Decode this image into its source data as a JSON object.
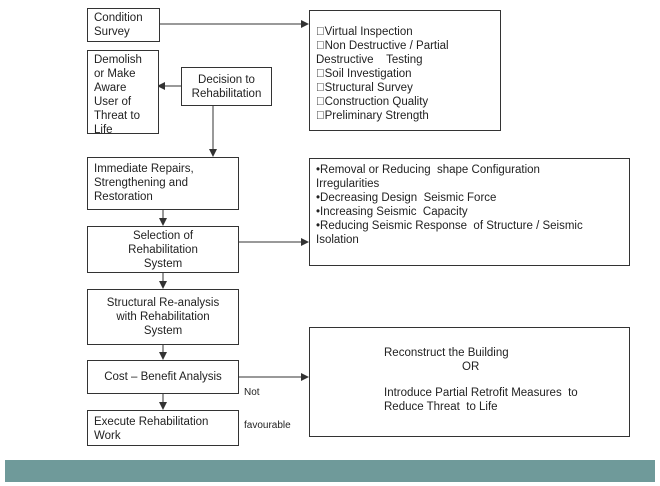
{
  "nodes": {
    "condition_survey": [
      "Condition",
      "Survey"
    ],
    "inspection_list": [
      "Virtual Inspection",
      "Non Destructive / Partial",
      "Destructive    Testing",
      "Soil Investigation",
      "Structural Survey",
      "Construction Quality",
      "Preliminary Strength"
    ],
    "demolish": [
      "Demolish",
      "or Make",
      "Aware",
      "User of",
      "Threat to",
      "Life"
    ],
    "decision": [
      "Decision to",
      "Rehabilitation"
    ],
    "immediate_repairs": [
      "Immediate Repairs,",
      "Strengthening and",
      "Restoration"
    ],
    "measures_list": [
      "•Removal or Reducing  shape Configuration",
      "Irregularities",
      "•Decreasing Design  Seismic Force",
      "•Increasing Seismic  Capacity",
      "•Reducing Seismic Response  of Structure / Seismic",
      "Isolation"
    ],
    "selection": [
      "Selection of",
      "Rehabilitation",
      "System"
    ],
    "reanalysis": [
      "Structural Re-analysis",
      "with Rehabilitation",
      "System"
    ],
    "cost_benefit": "Cost – Benefit Analysis",
    "not_favourable": [
      "Not",
      "favourable"
    ],
    "reconstruct": [
      "Reconstruct the Building",
      "OR",
      "Introduce Partial Retrofit Measures  to",
      "Reduce Threat  to Life"
    ],
    "execute": [
      "Execute Rehabilitation",
      "Work"
    ]
  },
  "colors": {
    "footer_band": "#6f9a9a",
    "stroke": "#333333"
  }
}
